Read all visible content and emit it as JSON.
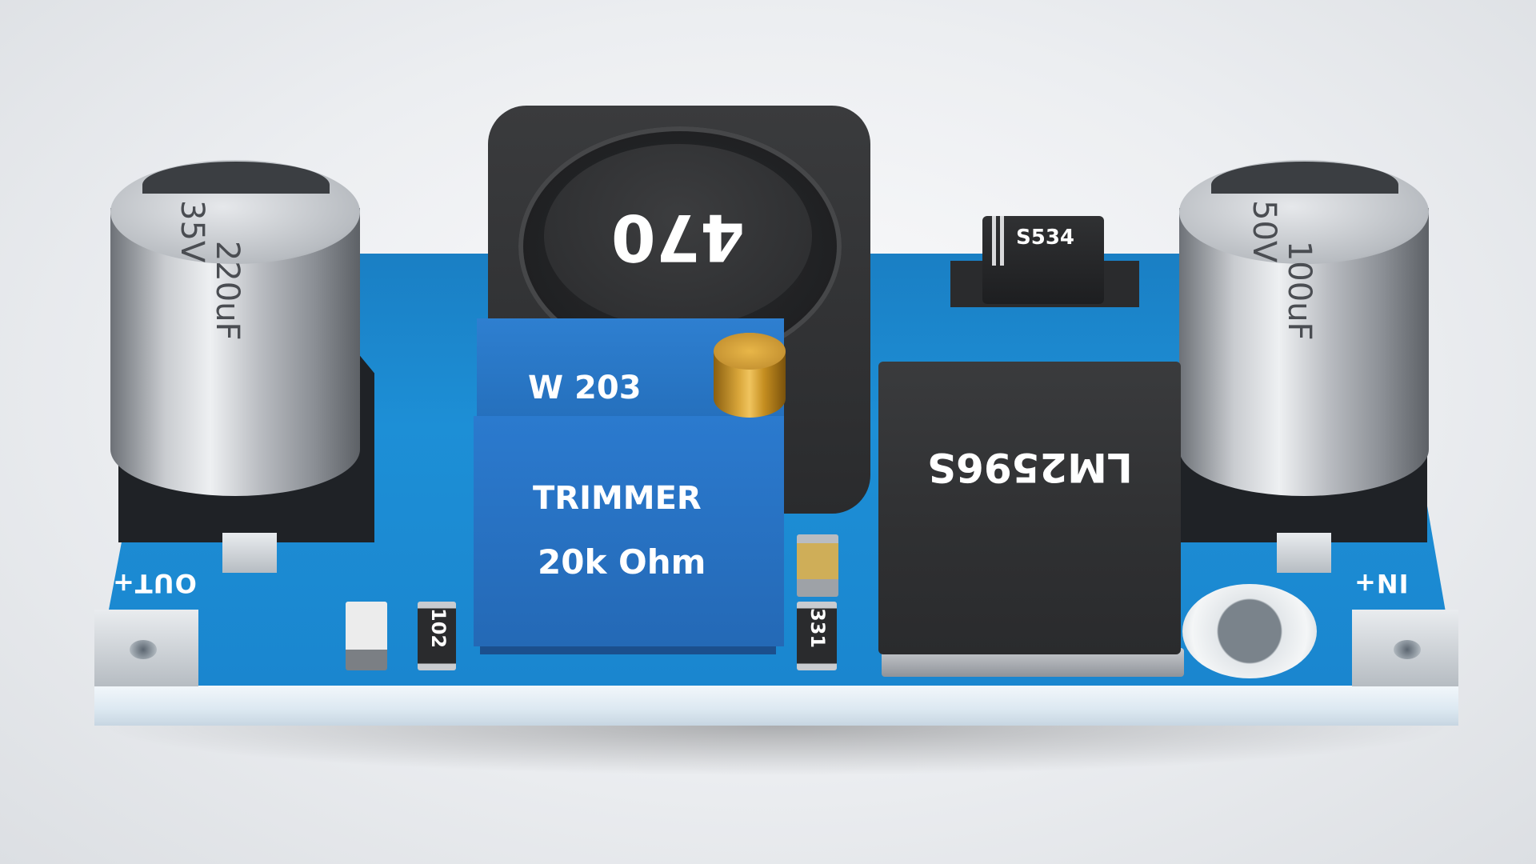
{
  "board": {
    "silkscreen_out": "OUT+",
    "silkscreen_in": "IN+"
  },
  "capacitor_left": {
    "capacitance": "220uF",
    "voltage": "35V"
  },
  "capacitor_right": {
    "capacitance": "100uF",
    "voltage": "50V"
  },
  "inductor": {
    "marking": "470"
  },
  "trimmer": {
    "code": "W 203",
    "name": "TRIMMER",
    "value": "20k Ohm"
  },
  "regulator": {
    "marking": "LM2596S"
  },
  "diode": {
    "marking": "S534"
  },
  "resistor_left": {
    "marking": "102"
  },
  "resistor_right": {
    "marking": "331"
  },
  "colors": {
    "pcb": "#1d8fd6",
    "trimmer": "#2b7ace",
    "component_black": "#2f3032",
    "screw_gold": "#d9a63a"
  }
}
